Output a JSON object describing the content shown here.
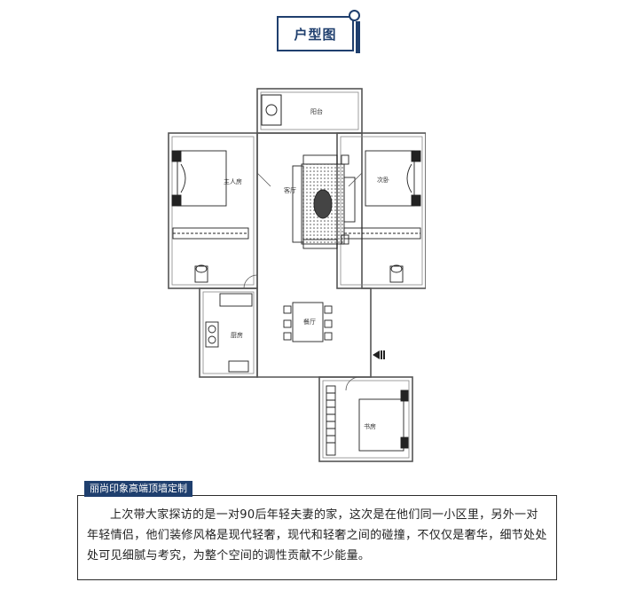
{
  "header": {
    "title": "户型图"
  },
  "floorplan": {
    "rooms": {
      "balcony": "阳台",
      "master_bedroom": "主人房",
      "living_room": "客厅",
      "second_bedroom": "次卧",
      "dining_room": "餐厅",
      "kitchen": "厨房",
      "study": "书房"
    }
  },
  "caption": {
    "tab_label": "丽尚印象高端顶墙定制",
    "body": "上次带大家探访的是一对90后年轻夫妻的家，这次是在他们同一小区里，另外一对年轻情侣，他们装修风格是现代轻奢，现代和轻奢之间的碰撞，不仅仅是奢华，细节处处处可见细腻与考究，为整个空间的调性贡献不少能量。"
  },
  "colors": {
    "accent": "#1f3f6e",
    "wall": "#555555",
    "furniture": "#222222"
  }
}
